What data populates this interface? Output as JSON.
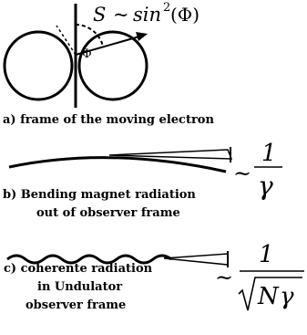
{
  "panel_a": {
    "formula_S": "S",
    "formula_sim": "~",
    "formula_fn": "sin",
    "formula_exp": "2",
    "formula_arg": "(Φ)",
    "angle_label": "Φ",
    "caption": "a) frame of the moving electron"
  },
  "panel_b": {
    "caption_line1": "b) Bending magnet radiation",
    "caption_line2": "out of  observer frame",
    "sim": "~",
    "numerator": "1",
    "denominator": "γ"
  },
  "panel_c": {
    "caption_line1": "c) coherente radiation",
    "caption_line2": "in Undulator",
    "caption_line3": "observer frame",
    "sim": "~",
    "numerator": "1",
    "denominator_N": "N",
    "denominator_gamma": "γ"
  }
}
